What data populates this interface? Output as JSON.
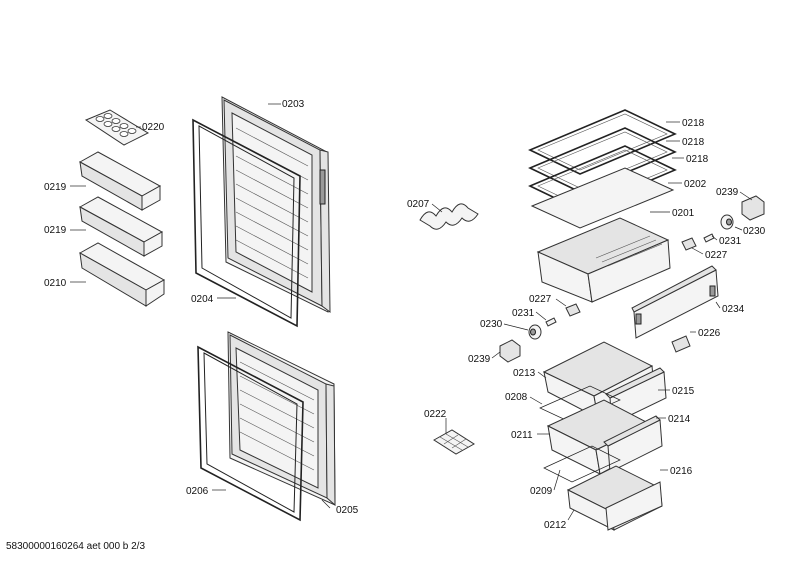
{
  "labels": {
    "l0203": "0203",
    "l0220": "0220",
    "l0219a": "0219",
    "l0219b": "0219",
    "l0210": "0210",
    "l0204": "0204",
    "l0206": "0206",
    "l0205": "0205",
    "l0222": "0222",
    "l0207": "0207",
    "l0218a": "0218",
    "l0218b": "0218",
    "l0218c": "0218",
    "l0202": "0202",
    "l0201": "0201",
    "l0239a": "0239",
    "l0230a": "0230",
    "l0231a": "0231",
    "l0227a": "0227",
    "l0227b": "0227",
    "l0231b": "0231",
    "l0230b": "0230",
    "l0234": "0234",
    "l0226": "0226",
    "l0239b": "0239",
    "l0213": "0213",
    "l0215": "0215",
    "l0208": "0208",
    "l0214": "0214",
    "l0211": "0211",
    "l0216": "0216",
    "l0209": "0209",
    "l0212": "0212"
  },
  "footer": "58300000160264 aet 000 b 2/3"
}
